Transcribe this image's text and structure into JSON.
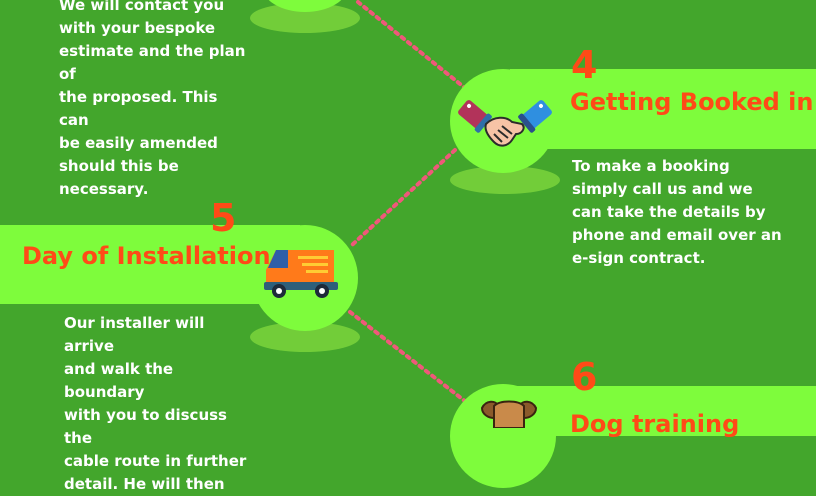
{
  "steps": [
    {
      "id": "step-3",
      "body": "We will contact you\nwith your bespoke\nestimate and the plan of\nthe proposed.  This can\nbe easily amended\nshould this be\nnecessary."
    },
    {
      "id": "step-4",
      "number": "4",
      "title": "Getting Booked in",
      "icon": "handshake-icon",
      "body": "To make a booking\nsimply call us and we\ncan take the details by\nphone and email over an\ne-sign contract."
    },
    {
      "id": "step-5",
      "number": "5",
      "title": "Day of Installation",
      "icon": "van-icon",
      "body": "Our installer will arrive\nand walk the boundary\nwith you to discuss the\ncable route in further\ndetail. He will then"
    },
    {
      "id": "step-6",
      "number": "6",
      "title": "Dog training",
      "icon": "dog-icon"
    }
  ],
  "colors": {
    "background": "#43a62c",
    "banner": "#7efc3c",
    "accent": "#ff4a17",
    "text": "#ffffff",
    "connector": "#f0587a"
  }
}
